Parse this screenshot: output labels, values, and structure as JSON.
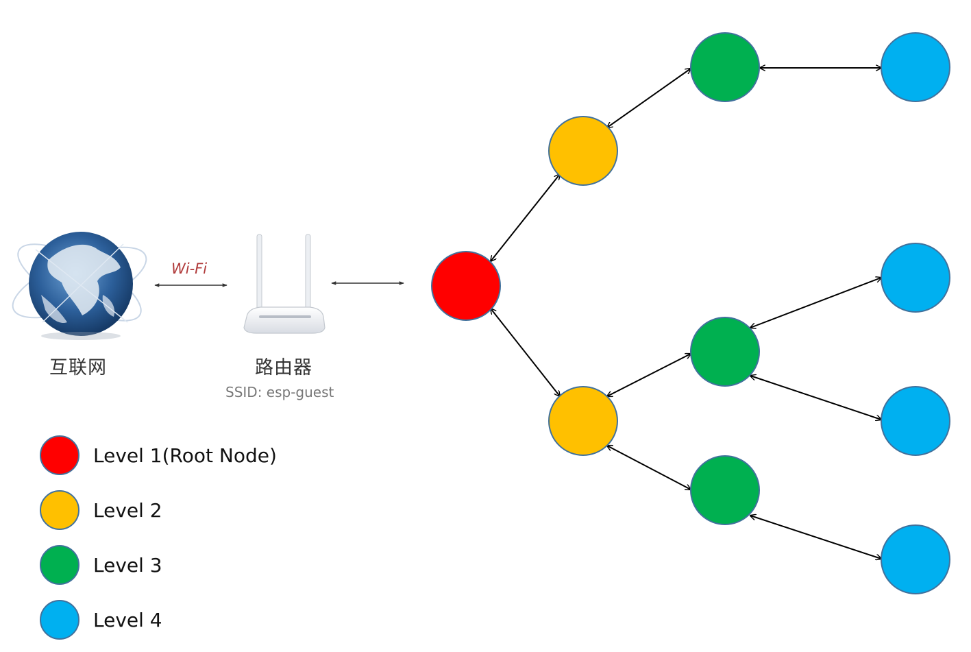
{
  "internet": {
    "label": "互联网",
    "icon": "globe-icon"
  },
  "router": {
    "label": "路由器",
    "ssid": "SSID: esp-guest",
    "icon": "router-icon"
  },
  "link": {
    "wifi_label": "Wi-Fi"
  },
  "colors": {
    "level1": "#ff0000",
    "level2": "#ffc000",
    "level3": "#00b050",
    "level4": "#00b0f0",
    "node_border": "#41719c"
  },
  "legend": [
    {
      "label": "Level 1(Root Node)",
      "color": "#ff0000"
    },
    {
      "label": "Level 2",
      "color": "#ffc000"
    },
    {
      "label": "Level 3",
      "color": "#00b050"
    },
    {
      "label": "Level 4",
      "color": "#00b0f0"
    }
  ]
}
